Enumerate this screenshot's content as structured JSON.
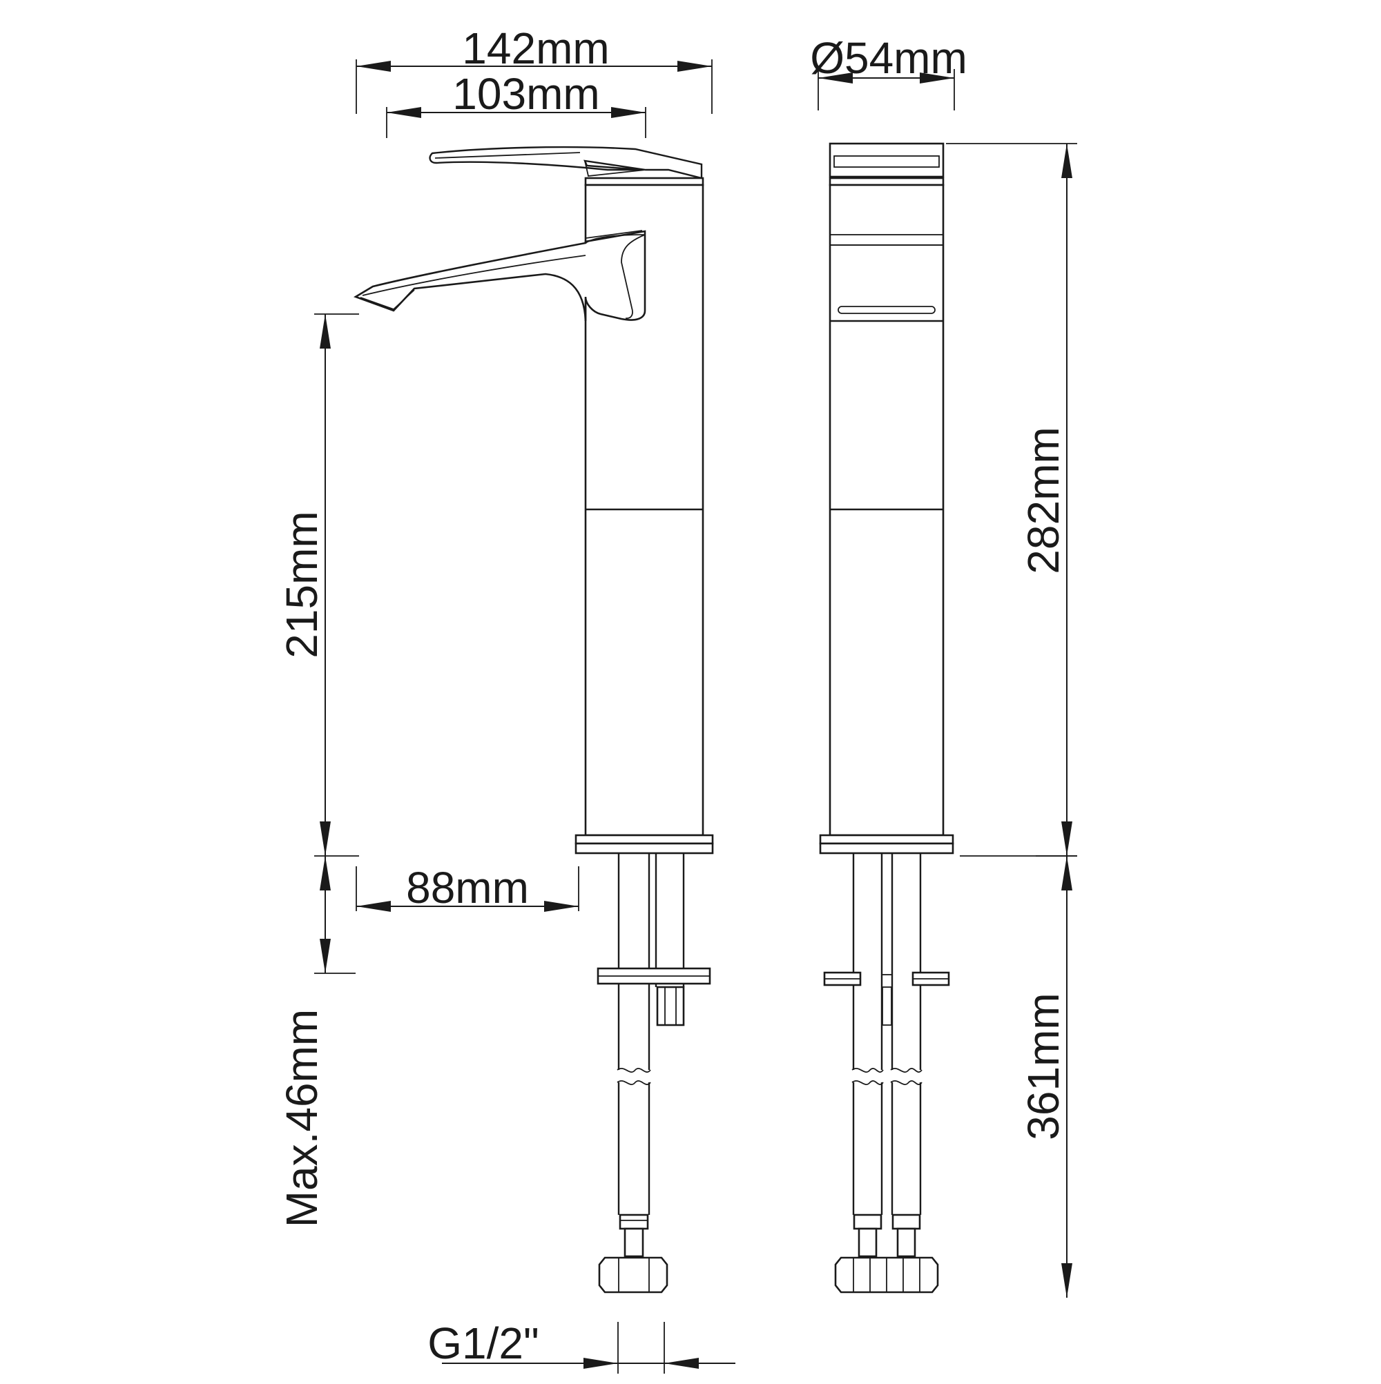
{
  "dimensions": {
    "overall_width": "142mm",
    "lever_width": "103mm",
    "base_diameter": "Ø54mm",
    "spout_height": "215mm",
    "spout_reach": "88mm",
    "total_height": "282mm",
    "max_deck_thickness": "Max.46mm",
    "hose_length": "361mm",
    "thread": "G1/2\""
  }
}
